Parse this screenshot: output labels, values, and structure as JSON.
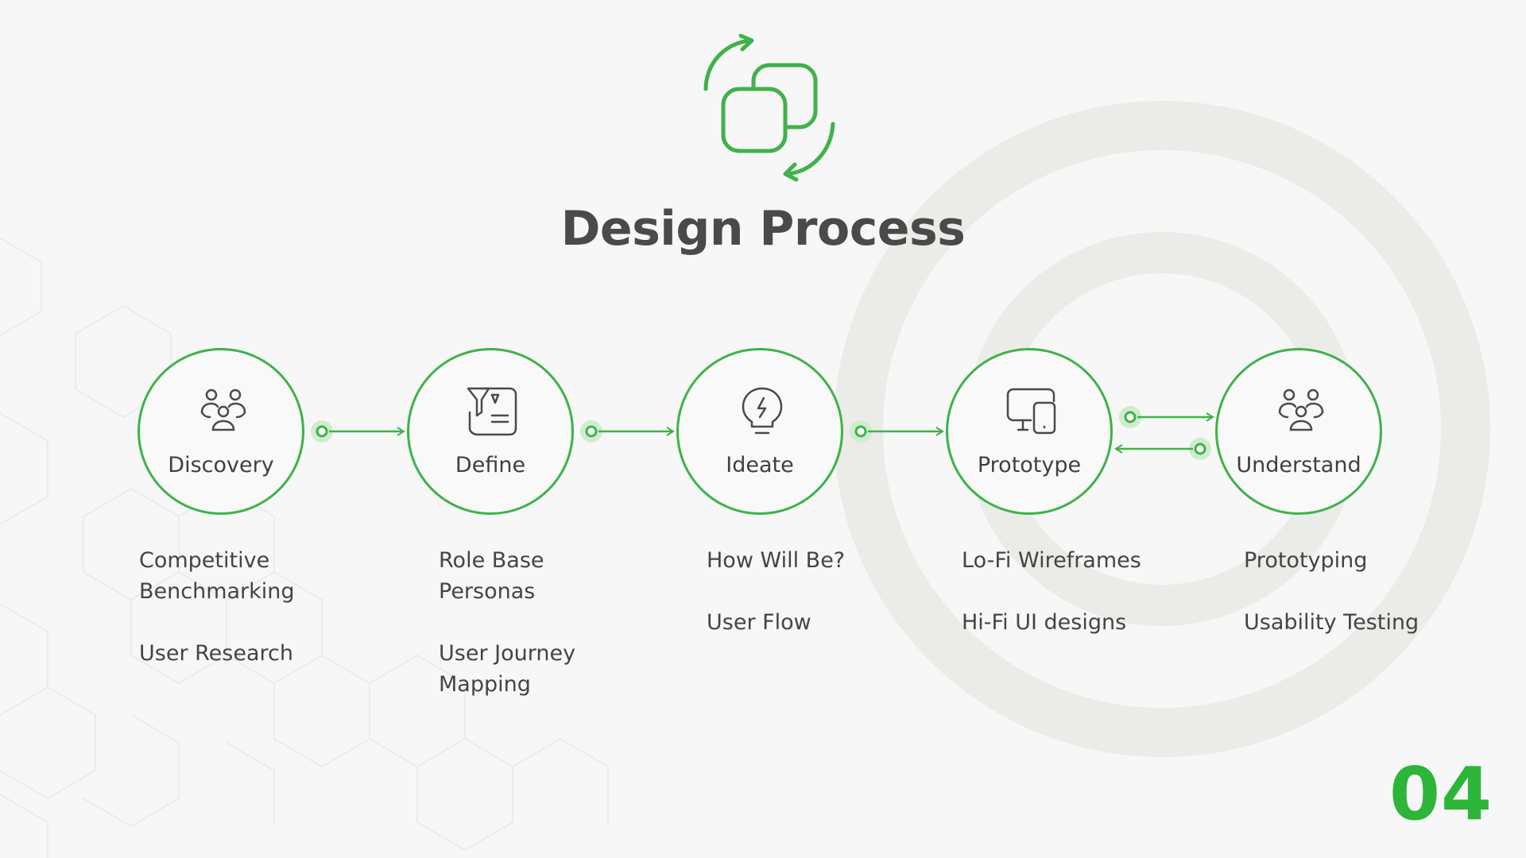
{
  "title": "Design Process",
  "page_number": "04",
  "colors": {
    "accent": "#3fb24a",
    "text": "#3f3f3f",
    "background": "#f7f7f7",
    "ring": "#ebebe7",
    "page_number": "#2db53a"
  },
  "stages": [
    {
      "label": "Discovery",
      "icon": "team-icon",
      "details": [
        "Competitive Benchmarking",
        "User Research"
      ]
    },
    {
      "label": "Define",
      "icon": "filter-document-icon",
      "details": [
        "Role Base Personas",
        "User Journey Mapping"
      ]
    },
    {
      "label": "Ideate",
      "icon": "lightbulb-icon",
      "details": [
        "How Will Be?",
        "User Flow"
      ]
    },
    {
      "label": "Prototype",
      "icon": "devices-icon",
      "details": [
        "Lo-Fi Wireframes",
        "Hi-Fi UI designs"
      ]
    },
    {
      "label": "Understand",
      "icon": "team-icon",
      "details": [
        "Prototyping",
        "Usability Testing"
      ]
    }
  ]
}
